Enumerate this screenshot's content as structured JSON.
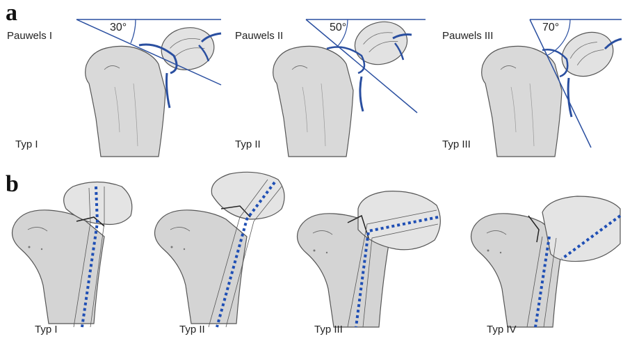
{
  "panel_a": {
    "letter": "a",
    "items": [
      {
        "classification": "Pauwels I",
        "angle": "30°",
        "type": "Typ I"
      },
      {
        "classification": "Pauwels II",
        "angle": "50°",
        "type": "Typ II"
      },
      {
        "classification": "Pauwels III",
        "angle": "70°",
        "type": "Typ III"
      }
    ]
  },
  "panel_b": {
    "letter": "b",
    "items": [
      {
        "type": "Typ I"
      },
      {
        "type": "Typ II"
      },
      {
        "type": "Typ III"
      },
      {
        "type": "Typ IV"
      }
    ]
  },
  "colors": {
    "line_blue": "#2a4fa0",
    "bone_fill": "#d9d9d9",
    "bone_outline": "#444444",
    "trabecula_dash": "#1f4fb5"
  }
}
